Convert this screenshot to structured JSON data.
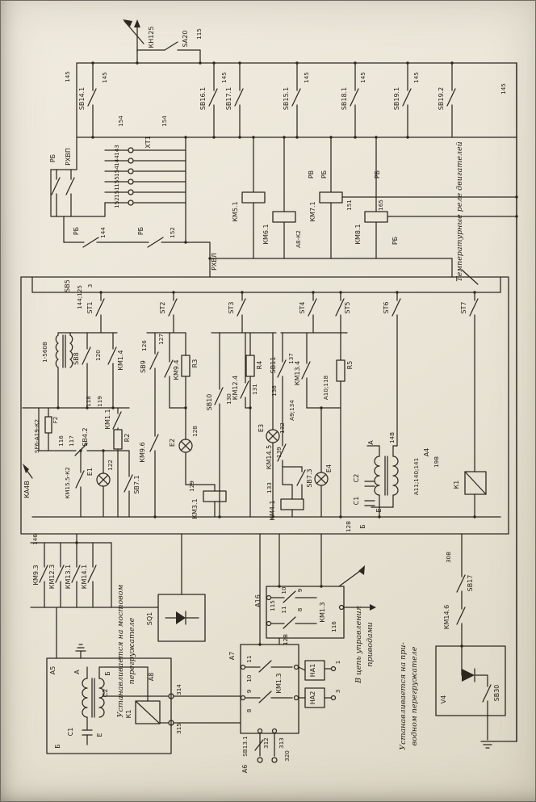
{
  "palette": {
    "paper": "#e9e4d5",
    "ink": "#2c2820"
  },
  "notes": {
    "temp_relays": "Температурные реле двигателей",
    "bridge_1": "Устанавливается на мостовом",
    "bridge_2": "перегружателе",
    "drive_1": "Устанавливается на при-",
    "drive_2": "водном перегружателе",
    "control_1": "В цепь управления",
    "control_2": "приводами"
  },
  "labels": {
    "kn125": "КН125",
    "sa20": "SA20",
    "n115": "115",
    "n145": "145",
    "n154": "154",
    "sb14_1": "SB14.1",
    "sb16_1": "SB16.1",
    "sb17_1": "SB17.1",
    "sb15_1": "SB15.1",
    "sb18_1": "SB18.1",
    "sb19_1": "SB19.1",
    "sb19_2": "SB19.2",
    "rb": "РБ",
    "rhvp": "РХВП",
    "rhvl": "РХВЛ",
    "rv": "РВ",
    "xt1": "ХТ1",
    "n143": "143",
    "n144": "144",
    "n155": "155",
    "n151": "151",
    "n152": "152",
    "km5_1": "КМ5.1",
    "km6_1": "КМ6.1",
    "km7_1": "КМ7.1",
    "km8_1": "КМ8.1",
    "a8k2": "А8-К2",
    "n165": "165",
    "st1": "ST1",
    "st2": "ST2",
    "st3": "ST3",
    "st4": "ST4",
    "st5": "ST5",
    "st6": "ST6",
    "st7": "ST7",
    "sb5": "SB5",
    "n144_125": "144;125",
    "n3": "3",
    "coil560": "1-560В",
    "sb8": "SB8",
    "n120": "120",
    "km1_4": "КМ1.4",
    "n126": "126",
    "n127": "127",
    "sb9": "SB9",
    "km9_4": "КМ9.4",
    "r3": "R3",
    "e2": "Е2",
    "n128": "128",
    "km9_6": "КМ9.6",
    "n129": "129",
    "km3_1": "КМ3.1",
    "sb10": "SB10",
    "n130": "130",
    "km12_4": "КМ12.4",
    "n131": "131",
    "r4": "R4",
    "e3": "Е3",
    "n132": "132",
    "a9_134": "А9;134",
    "n139": "139",
    "sb11": "SB11",
    "n137": "137",
    "km13_4": "КМ13.4",
    "n136": "136",
    "a10_118": "А10;118",
    "r5": "R5",
    "km14_5": "КМ14.5",
    "sb7_3": "SB7.3",
    "n133": "133",
    "e4": "Е4",
    "km4_1": "КМ4.1",
    "sf6": "SF6-А19-К2",
    "f2": "F2",
    "n116": "116",
    "n117": "117",
    "n118": "118",
    "n119": "119",
    "sb4_2": "SB4.2",
    "km1_1": "КМ1.1",
    "r2": "R2",
    "ka4v": "КА4В",
    "km15_5": "КМ15.5-К2",
    "e1": "Е1",
    "n122": "122",
    "sb7_1": "SB7.1",
    "a": "А",
    "n14v": "14В",
    "a4": "А4",
    "n19v": "19В",
    "a11": "А11;140;141",
    "c1": "С1",
    "c2": "С2",
    "e": "Е",
    "k1": "К1",
    "b": "Б",
    "n12v": "12В",
    "n30v": "30В",
    "n146": "146",
    "km9_3": "КМ9.3",
    "km12_3": "КМ12.3",
    "km13_1": "КМ13.1",
    "km14_1": "КМ14.1",
    "sq1": "SQ1",
    "a5": "А5",
    "a8": "А8",
    "n314": "314",
    "n315": "315",
    "a7": "А7",
    "n11": "11",
    "n10": "10",
    "n9": "9",
    "n8": "8",
    "km1_3": "КМ1.3",
    "sb13_1": "SB13.1",
    "n312": "312",
    "n313": "313",
    "a6": "А6",
    "ha1": "НА1",
    "ha2": "НА2",
    "n1": "1",
    "n320": "320",
    "a16": "А16",
    "sb17": "SB17",
    "km14_6": "КМ14.6",
    "v4": "V4",
    "sb30": "SB30"
  }
}
